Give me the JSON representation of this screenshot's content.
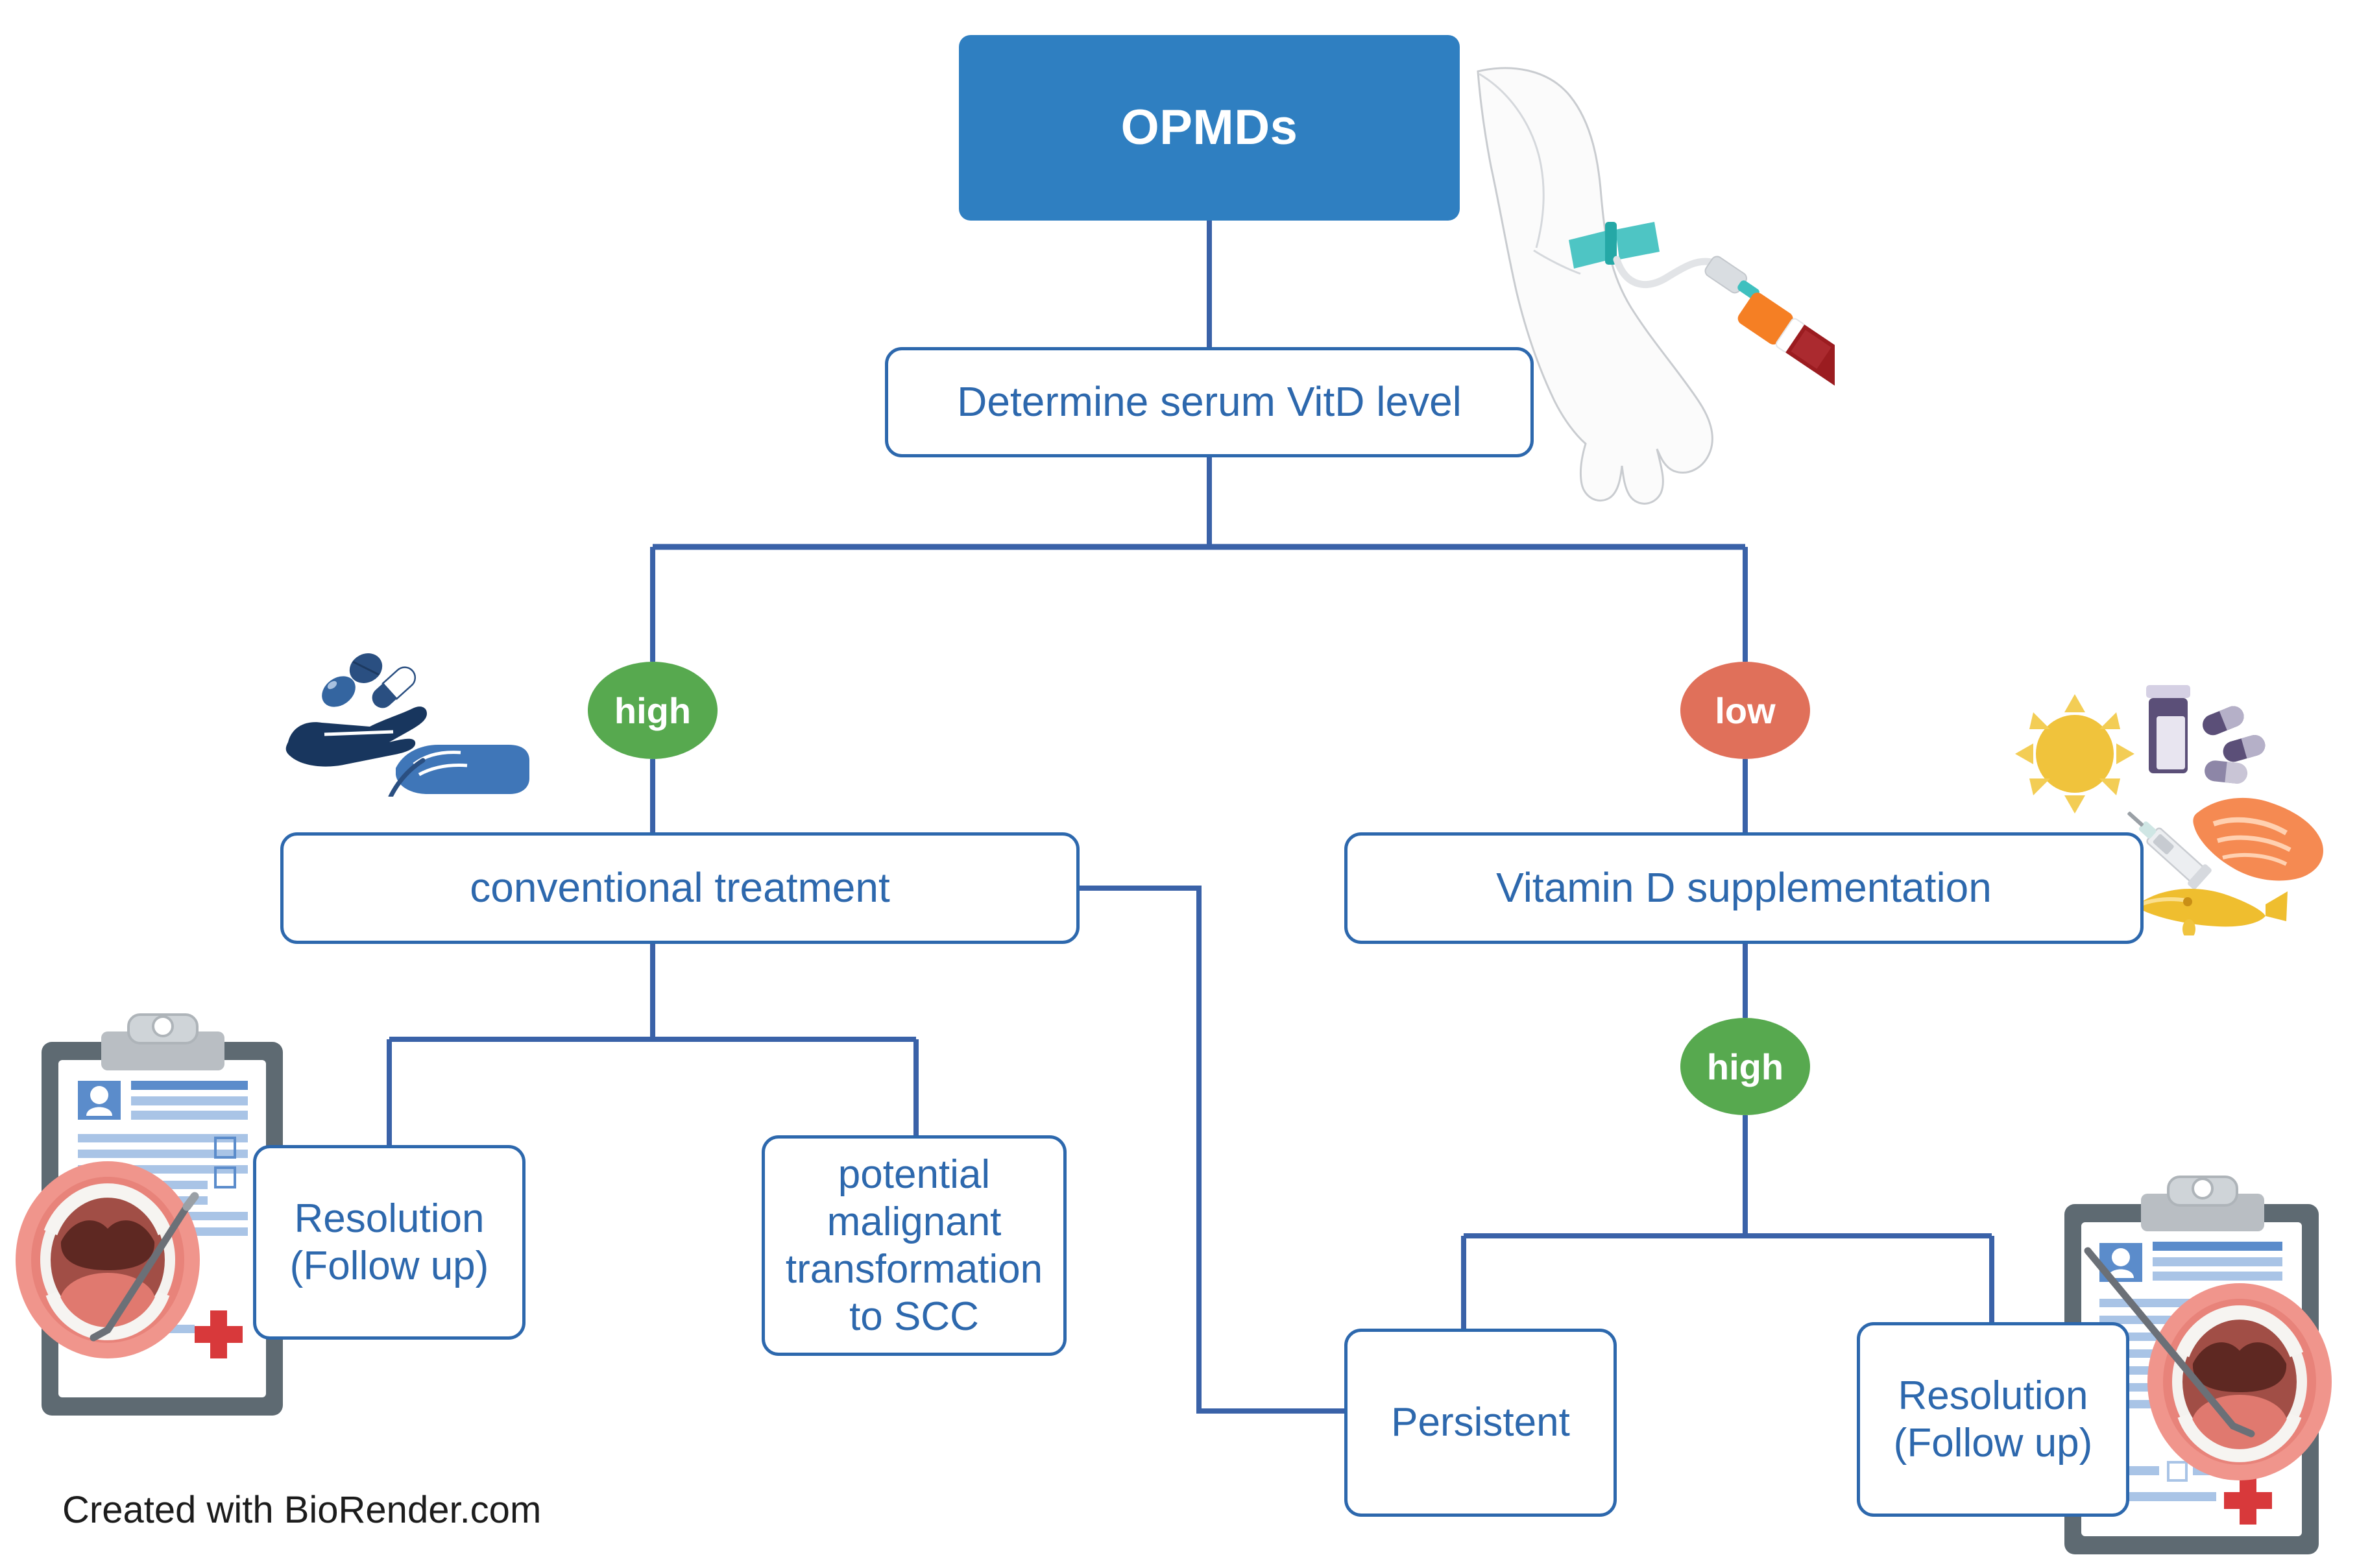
{
  "diagram": {
    "title": "OPMDs vitamin D management flowchart",
    "footer": "Created with BioRender.com",
    "colors": {
      "root_fill": "#2f7fc1",
      "box_border": "#2d68ad",
      "box_text": "#2d68ad",
      "edge": "#3a62a8",
      "high_circle": "#57a94f",
      "low_circle": "#e0705a",
      "footer_text": "#1c1c1c"
    },
    "nodes": {
      "root": {
        "label": "OPMDs"
      },
      "determine": {
        "label": "Determine serum VitD level"
      },
      "decision_high_left": {
        "label": "high"
      },
      "decision_low_right": {
        "label": "low"
      },
      "conventional": {
        "label": "conventional treatment"
      },
      "vitamin_d": {
        "label": "Vitamin D supplementation"
      },
      "resolution_left_line1": "Resolution",
      "resolution_left_line2": "(Follow up)",
      "malignant_line1": "potential",
      "malignant_line2": "malignant",
      "malignant_line3": "transformation",
      "malignant_line4": "to SCC",
      "decision_high_right": {
        "label": "high"
      },
      "persistent": {
        "label": "Persistent"
      },
      "resolution_right_line1": "Resolution",
      "resolution_right_line2": "(Follow up)"
    },
    "illustrations": [
      {
        "name": "blood-draw-arm-illustration",
        "description": "arm with butterfly needle and blood collection tube"
      },
      {
        "name": "hand-with-pills-illustration",
        "description": "hand holding pills and gloved hand with instrument"
      },
      {
        "name": "vitamin-d-sources-illustration",
        "description": "sun, pill bottle, capsules, syringe, salmon, fish oil"
      },
      {
        "name": "clipboard-oral-exam-illustration-left",
        "description": "medical clipboard with open mouth and dental probe"
      },
      {
        "name": "clipboard-oral-exam-illustration-right",
        "description": "medical clipboard with open mouth and dental probe"
      }
    ]
  }
}
